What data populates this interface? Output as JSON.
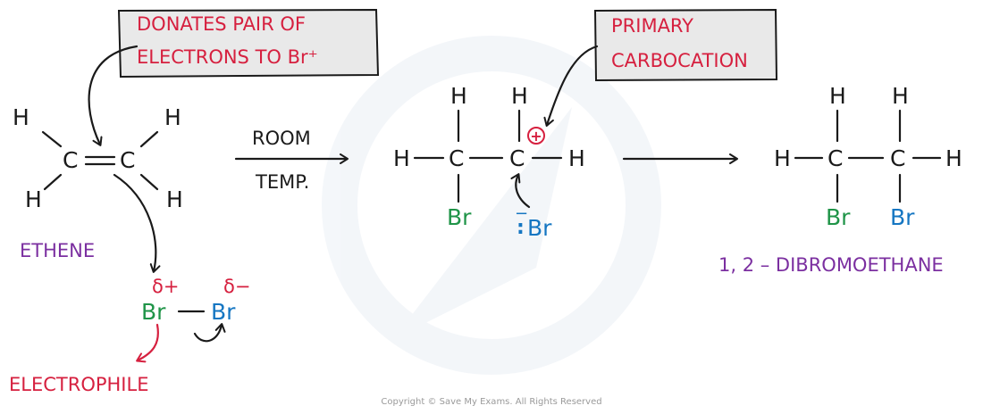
{
  "callouts": {
    "donates_line1": "DONATES PAIR OF",
    "donates_line2": "ELECTRONS TO Br⁺",
    "primary_line1": "PRIMARY",
    "primary_line2": "CARBOCATION"
  },
  "ethene": {
    "label": "ETHENE",
    "h": "H",
    "c": "C"
  },
  "bromine": {
    "br": "Br",
    "delta_plus": "δ+",
    "delta_minus": "δ−",
    "electrophile": "ELECTROPHILE"
  },
  "conditions": {
    "line1": "ROOM",
    "line2": "TEMP."
  },
  "intermediate": {
    "h": "H",
    "c": "C",
    "br": "Br",
    "plus": "+",
    "bromide": "Br",
    "lone_pair": ":",
    "minus": "−"
  },
  "product": {
    "h": "H",
    "c": "C",
    "br": "Br",
    "name": "1, 2 – DIBROMOETHANE"
  },
  "copyright": "Copyright © Save My Exams. All Rights Reserved",
  "colors": {
    "red": "#d6203f",
    "green": "#1f9448",
    "blue": "#1576c2",
    "purple": "#7b2fa0",
    "ink": "#1a1a1a",
    "callout_fill": "#e9e9e9"
  }
}
